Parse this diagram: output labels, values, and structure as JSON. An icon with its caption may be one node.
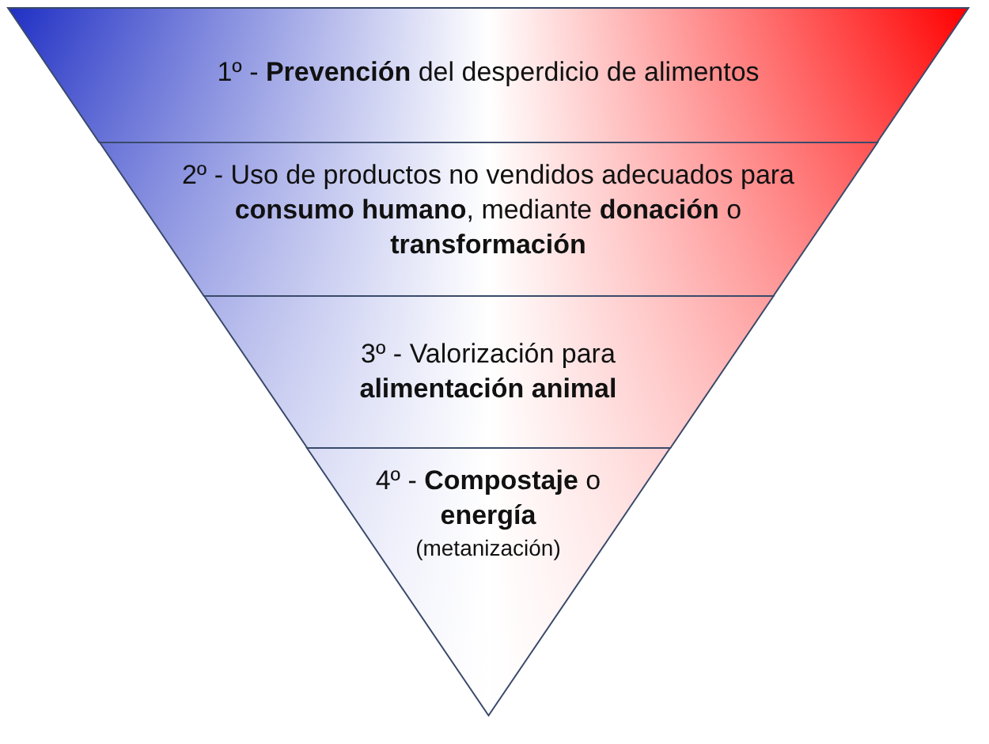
{
  "diagram": {
    "nodes": [
      {
        "text": [
          "1º - **Prevención** del desperdicio de alimentos"
        ]
      },
      {
        "text": [
          "2º - Uso de productos no vendidos adecuados para **consumo humano**, mediante **donación** o **transformación**"
        ]
      },
      {
        "text": [
          "3º - Valorización para **alimentación animal**"
        ]
      },
      {
        "text": [
          "4º - **Compostaje** o **energía**",
          "(metanización)"
        ]
      }
    ],
    "edges": []
  }
}
